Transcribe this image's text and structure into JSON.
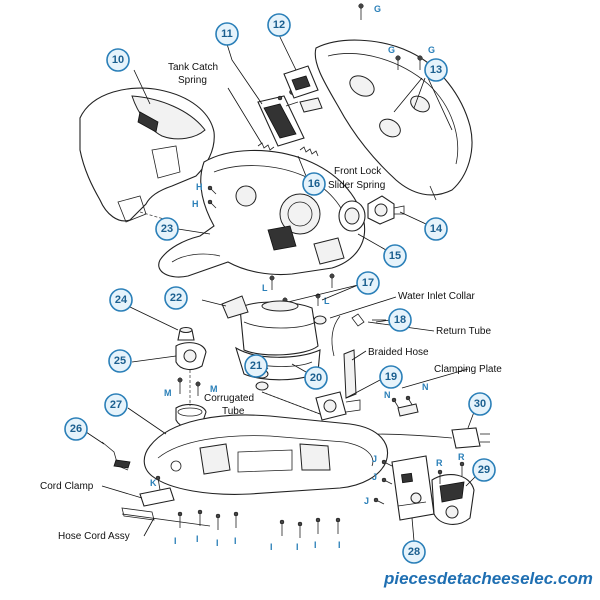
{
  "callouts": [
    {
      "id": "10",
      "label": "10"
    },
    {
      "id": "11",
      "label": "11"
    },
    {
      "id": "12",
      "label": "12"
    },
    {
      "id": "13",
      "label": "13"
    },
    {
      "id": "14",
      "label": "14"
    },
    {
      "id": "15",
      "label": "15"
    },
    {
      "id": "16",
      "label": "16"
    },
    {
      "id": "17",
      "label": "17"
    },
    {
      "id": "18",
      "label": "18"
    },
    {
      "id": "19",
      "label": "19"
    },
    {
      "id": "20",
      "label": "20"
    },
    {
      "id": "21",
      "label": "21"
    },
    {
      "id": "22",
      "label": "22"
    },
    {
      "id": "23",
      "label": "23"
    },
    {
      "id": "24",
      "label": "24"
    },
    {
      "id": "25",
      "label": "25"
    },
    {
      "id": "26",
      "label": "26"
    },
    {
      "id": "27",
      "label": "27"
    },
    {
      "id": "28",
      "label": "28"
    },
    {
      "id": "29",
      "label": "29"
    },
    {
      "id": "30",
      "label": "30"
    }
  ],
  "labels": {
    "tank_catch_1": "Tank Catch",
    "tank_catch_2": "Spring",
    "front_lock_1": "Front Lock",
    "front_lock_2": "Slider Spring",
    "water_inlet": "Water Inlet Collar",
    "return_tube": "Return Tube",
    "braided_hose": "Braided Hose",
    "clamping_plate": "Clamping Plate",
    "corrugated_1": "Corrugated",
    "corrugated_2": "Tube",
    "cord_clamp": "Cord Clamp",
    "hose_cord": "Hose Cord Assy"
  },
  "screw_letters": {
    "G": "G",
    "H": "H",
    "L": "L",
    "M": "M",
    "N": "N",
    "J": "J",
    "K": "K",
    "I": "I",
    "R": "R"
  },
  "watermark": "piecesdetacheeselec.com",
  "colors": {
    "callout_stroke": "#2a7fb8",
    "callout_fill": "#e6f3fb",
    "watermark": "#1f6fb2"
  }
}
